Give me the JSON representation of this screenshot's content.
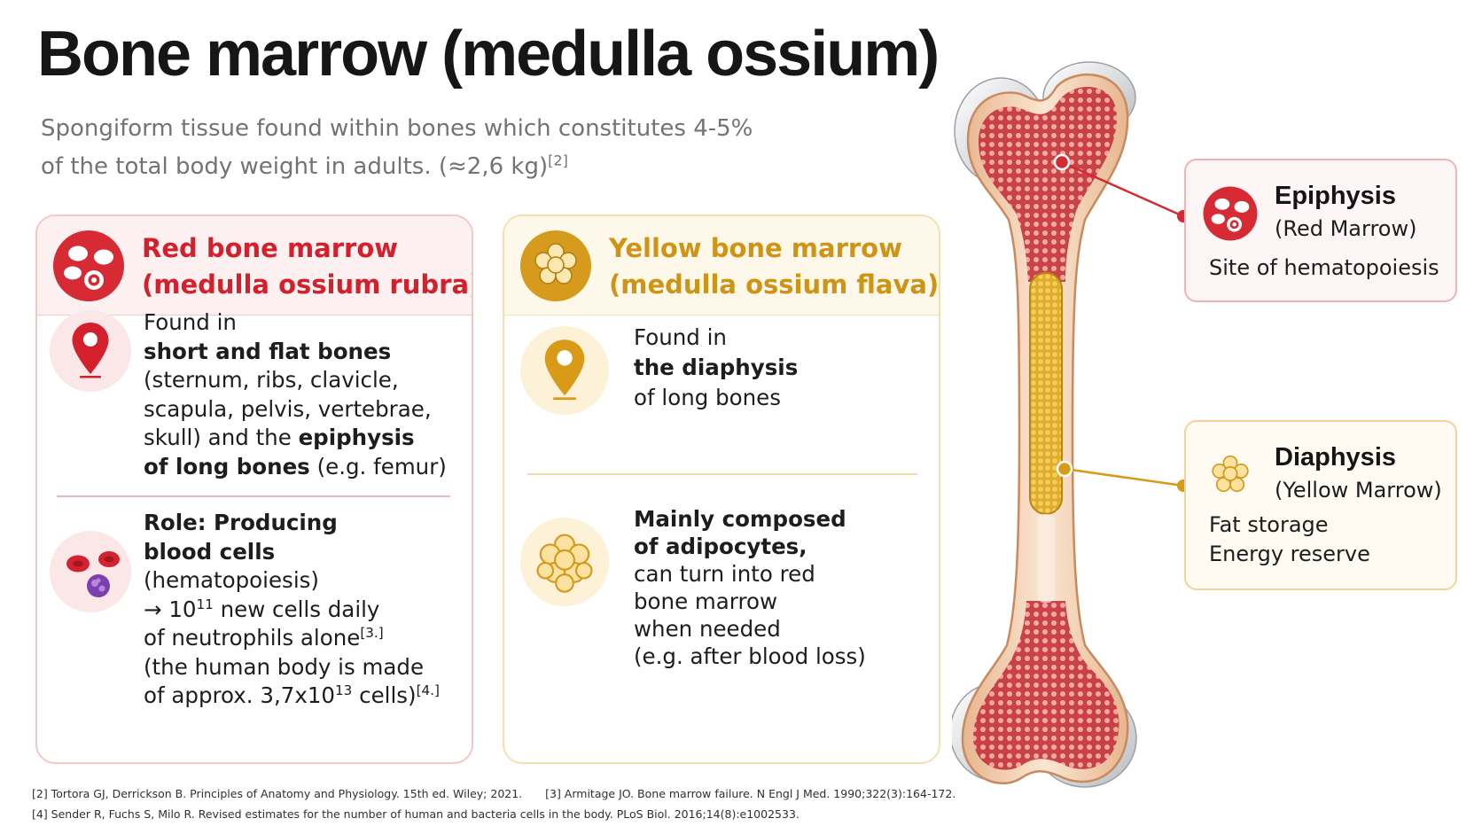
{
  "title": "Bone marrow (medulla ossium)",
  "subtitle": {
    "line1": "Spongiform tissue found within bones which constitutes 4-5%",
    "line2": "of the total body weight in adults. (≈2,6 kg)",
    "ref": "[2]"
  },
  "red_card": {
    "title_line1": "Red bone marrow",
    "title_line2": "(medulla ossium rubra)",
    "found": {
      "l1": "Found in",
      "l2_bold": "short and flat bones",
      "l3": "(sternum, ribs, clavicle,",
      "l4": "scapula, pelvis, vertebrae,",
      "l5_pre": "skull) and the ",
      "l5_bold": "epiphysis",
      "l6_bold": "of long bones",
      "l6_post": " (e.g. femur)"
    },
    "role": {
      "l1_bold": "Role: Producing",
      "l2_bold": "blood cells",
      "l3": "(hematopoiesis)",
      "l4_pre": "→ 10",
      "l4_sup": "11",
      "l4_post": " new cells daily",
      "l5": "of neutrophils alone",
      "l5_sup": "[3.]",
      "l6": "(the human body is made",
      "l7_pre": "of approx. 3,7x10",
      "l7_sup": "13",
      "l7_post": " cells)",
      "l7_ref": "[4.]"
    }
  },
  "yellow_card": {
    "title_line1": "Yellow bone marrow",
    "title_line2": "(medulla ossium flava)",
    "found": {
      "l1": "Found in",
      "l2_bold": "the diaphysis",
      "l3": "of long bones"
    },
    "composition": {
      "l1_bold": "Mainly composed",
      "l2_bold": "of adipocytes,",
      "l3": "can turn into red",
      "l4": "bone marrow",
      "l5": "when needed",
      "l6": "(e.g. after blood loss)"
    }
  },
  "callouts": {
    "epiphysis": {
      "title": "Epiphysis",
      "subtitle": "(Red Marrow)",
      "body": "Site of hematopoiesis"
    },
    "diaphysis": {
      "title": "Diaphysis",
      "subtitle": "(Yellow Marrow)",
      "body1": "Fat storage",
      "body2": "Energy reserve"
    }
  },
  "references": {
    "ref2": "[2] Tortora GJ, Derrickson B. Principles of Anatomy and Physiology. 15th ed. Wiley; 2021.",
    "ref3": "[3]  Armitage JO. Bone marrow failure. N Engl J Med. 1990;322(3):164-172.",
    "ref4": "[4] Sender R, Fuchs S, Milo R. Revised estimates for the number of human and bacteria cells in the body. PLoS Biol. 2016;14(8):e1002533."
  },
  "icons": {
    "red_header": "blood-cells-icon",
    "red_found": "location-pin-icon",
    "red_role": "blood-cells-icon",
    "yellow_header": "fat-cells-icon",
    "yellow_found": "location-pin-icon",
    "yellow_composition": "fat-cells-icon"
  },
  "colors": {
    "red_accent": "#d4202c",
    "yellow_accent": "#cf9416",
    "title": "#161616",
    "subtitle": "#737373"
  }
}
